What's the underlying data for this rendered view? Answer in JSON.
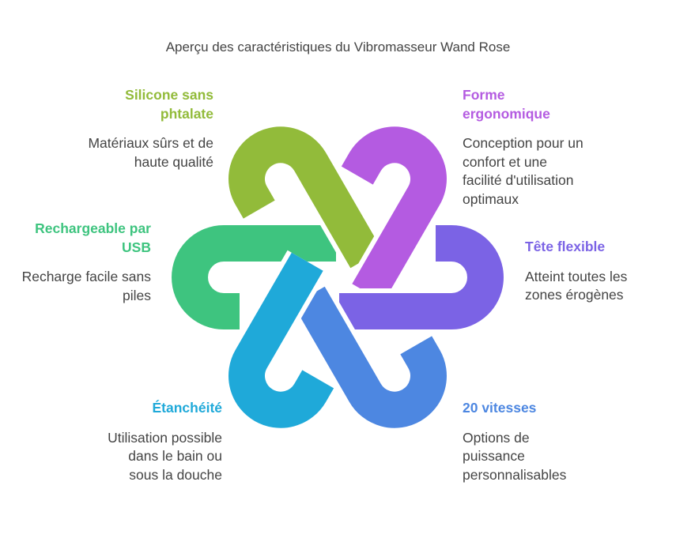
{
  "title": "Aperçu des caractéristiques du Vibromasseur Wand Rose",
  "features": [
    {
      "heading": "Silicone sans phtalate",
      "description": "Matériaux sûrs et de haute qualité",
      "color": "#92bb3a"
    },
    {
      "heading": "Forme ergonomique",
      "description": "Conception pour un confort et une facilité d'utilisation optimaux",
      "color": "#b45be1"
    },
    {
      "heading": "Tête flexible",
      "description": "Atteint toutes les zones érogènes",
      "color": "#7b63e5"
    },
    {
      "heading": "20 vitesses",
      "description": "Options de puissance personnalisables",
      "color": "#4d87e1"
    },
    {
      "heading": "Étanchéité",
      "description": "Utilisation possible dans le bain ou sous la douche",
      "color": "#1fa9d9"
    },
    {
      "heading": "Rechargeable par USB",
      "description": "Recharge facile sans piles",
      "color": "#3ec47f"
    }
  ]
}
